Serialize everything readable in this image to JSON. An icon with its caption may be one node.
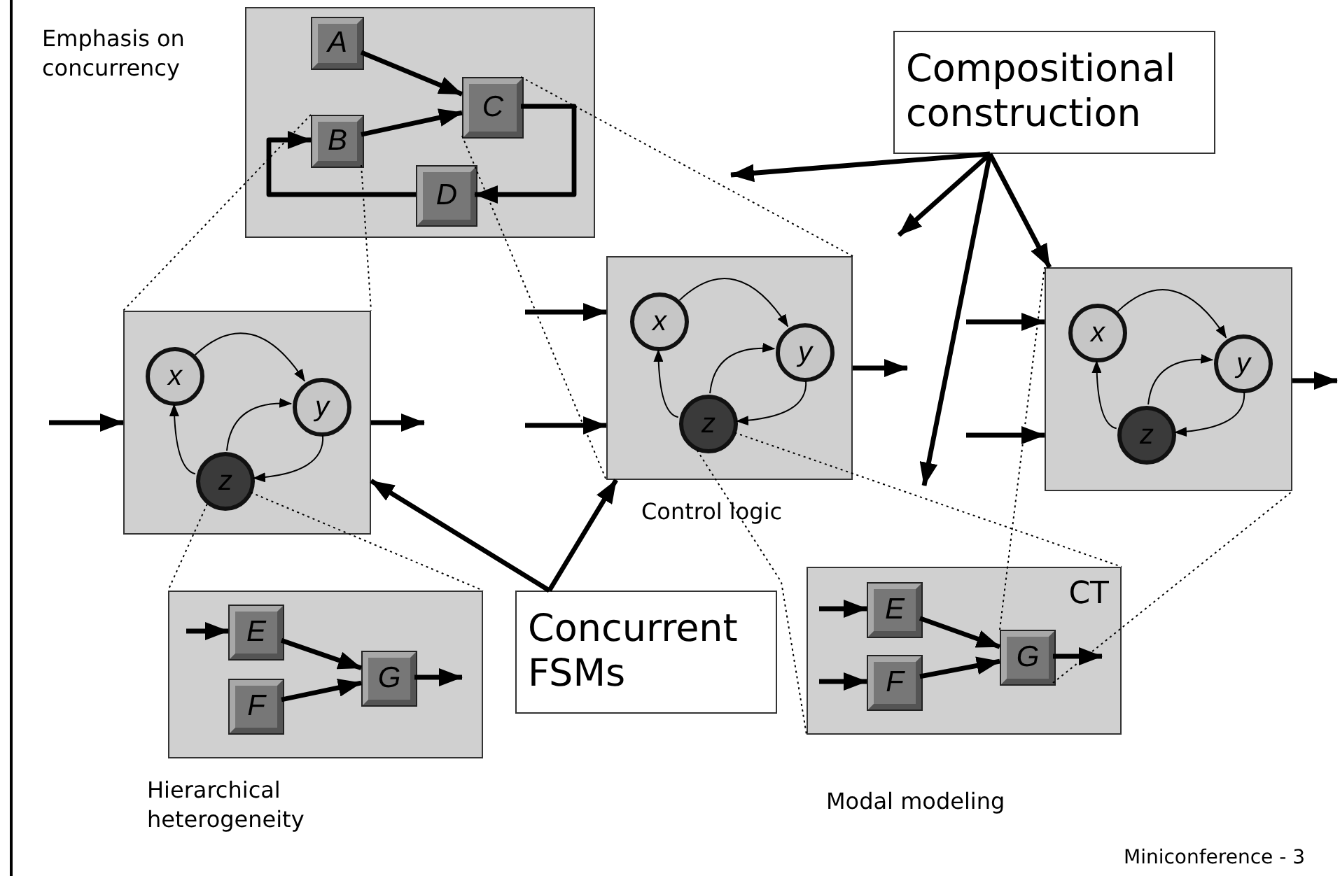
{
  "diagram": {
    "nodes": [
      {
        "text": [],
        "shape": "box",
        "beside": [
          "Emphasis on concurrency"
        ]
      },
      {
        "text": [
          "A"
        ],
        "in": 0
      },
      {
        "text": [
          "B"
        ],
        "in": 0
      },
      {
        "text": [
          "C"
        ],
        "in": 0
      },
      {
        "text": [
          "D"
        ],
        "in": 0
      },
      {
        "text": [],
        "shape": "box"
      },
      {
        "text": [
          "x"
        ],
        "in": 5
      },
      {
        "text": [
          "y"
        ],
        "in": 5
      },
      {
        "text": [
          "z"
        ],
        "in": 5
      },
      {
        "text": [],
        "shape": "box",
        "beside": [
          "Control logic"
        ]
      },
      {
        "text": [
          "x"
        ],
        "in": 9
      },
      {
        "text": [
          "y"
        ],
        "in": 9
      },
      {
        "text": [
          "z"
        ],
        "in": 9
      },
      {
        "text": [],
        "shape": "box"
      },
      {
        "text": [
          "x"
        ],
        "in": 13
      },
      {
        "text": [
          "y"
        ],
        "in": 13
      },
      {
        "text": [
          "z"
        ],
        "in": 13
      },
      {
        "text": [],
        "shape": "box",
        "beside": [
          "Hierarchical heterogeneity"
        ]
      },
      {
        "text": [
          "E"
        ],
        "in": 17
      },
      {
        "text": [
          "F"
        ],
        "in": 17
      },
      {
        "text": [
          "G"
        ],
        "in": 17
      },
      {
        "text": [
          "CT"
        ],
        "beside": [
          "Modal modeling"
        ]
      },
      {
        "text": [
          "E"
        ],
        "in": 21
      },
      {
        "text": [
          "F"
        ],
        "in": 21
      },
      {
        "text": [
          "G"
        ],
        "in": 21
      },
      {
        "text": [
          "Compositional construction"
        ]
      },
      {
        "text": [
          "Concurrent FSMs"
        ]
      }
    ],
    "edges": [
      {
        "from": 1,
        "to": 3,
        "arrow": "to"
      },
      {
        "from": 2,
        "to": 3,
        "arrow": "to"
      },
      {
        "from": 3,
        "to": 4,
        "arrow": "to"
      },
      {
        "from": 4,
        "to": 2,
        "arrow": "to"
      },
      {
        "from": 6,
        "to": 7,
        "arrow": "to"
      },
      {
        "from": 8,
        "to": 7,
        "arrow": "to"
      },
      {
        "from": 7,
        "to": 8,
        "arrow": "to"
      },
      {
        "from": 8,
        "to": 6,
        "arrow": "to"
      },
      {
        "from": null,
        "to": 5,
        "arrow": "to"
      },
      {
        "from": 5,
        "to": null,
        "arrow": "to"
      },
      {
        "from": 10,
        "to": 11,
        "arrow": "to"
      },
      {
        "from": 12,
        "to": 11,
        "arrow": "to"
      },
      {
        "from": 11,
        "to": 12,
        "arrow": "to"
      },
      {
        "from": 12,
        "to": 10,
        "arrow": "to"
      },
      {
        "from": null,
        "to": 9,
        "arrow": "to"
      },
      {
        "from": null,
        "to": 9,
        "arrow": "to"
      },
      {
        "from": 9,
        "to": null,
        "arrow": "to"
      },
      {
        "from": 14,
        "to": 15,
        "arrow": "to"
      },
      {
        "from": 16,
        "to": 15,
        "arrow": "to"
      },
      {
        "from": 15,
        "to": 16,
        "arrow": "to"
      },
      {
        "from": 16,
        "to": 14,
        "arrow": "to"
      },
      {
        "from": null,
        "to": 13,
        "arrow": "to"
      },
      {
        "from": null,
        "to": 13,
        "arrow": "to"
      },
      {
        "from": 13,
        "to": null,
        "arrow": "to"
      },
      {
        "from": null,
        "to": 18,
        "arrow": "to"
      },
      {
        "from": 18,
        "to": 20,
        "arrow": "to"
      },
      {
        "from": 19,
        "to": 20,
        "arrow": "to"
      },
      {
        "from": 20,
        "to": null,
        "arrow": "to"
      },
      {
        "from": null,
        "to": 22,
        "arrow": "to"
      },
      {
        "from": null,
        "to": 23,
        "arrow": "to"
      },
      {
        "from": 22,
        "to": 24,
        "arrow": "to"
      },
      {
        "from": 23,
        "to": 24,
        "arrow": "to"
      },
      {
        "from": 24,
        "to": null,
        "arrow": "to"
      },
      {
        "from": 25,
        "to": null,
        "arrow": "to"
      },
      {
        "from": 25,
        "to": null,
        "arrow": "to"
      },
      {
        "from": 25,
        "to": null,
        "arrow": "to"
      },
      {
        "from": 25,
        "to": 13,
        "arrow": "to"
      },
      {
        "from": 26,
        "to": 5,
        "arrow": "to"
      },
      {
        "from": 26,
        "to": 9,
        "arrow": "to"
      },
      {
        "from": 2,
        "to": 5,
        "arrow": "none",
        "style": "dashed"
      },
      {
        "from": 2,
        "to": 5,
        "arrow": "none",
        "style": "dashed"
      },
      {
        "from": 3,
        "to": 9,
        "arrow": "none",
        "style": "dashed"
      },
      {
        "from": 3,
        "to": 9,
        "arrow": "none",
        "style": "dashed"
      },
      {
        "from": 8,
        "to": 17,
        "arrow": "none",
        "style": "dashed"
      },
      {
        "from": 8,
        "to": 17,
        "arrow": "none",
        "style": "dashed"
      },
      {
        "from": 12,
        "to": 21,
        "arrow": "none",
        "style": "dashed"
      },
      {
        "from": 12,
        "to": 21,
        "arrow": "none",
        "style": "dashed"
      },
      {
        "from": 24,
        "to": 13,
        "arrow": "none",
        "style": "dashed"
      },
      {
        "from": 24,
        "to": 13,
        "arrow": "none",
        "style": "dashed"
      }
    ],
    "labels": [
      "Miniconference - 3"
    ]
  }
}
